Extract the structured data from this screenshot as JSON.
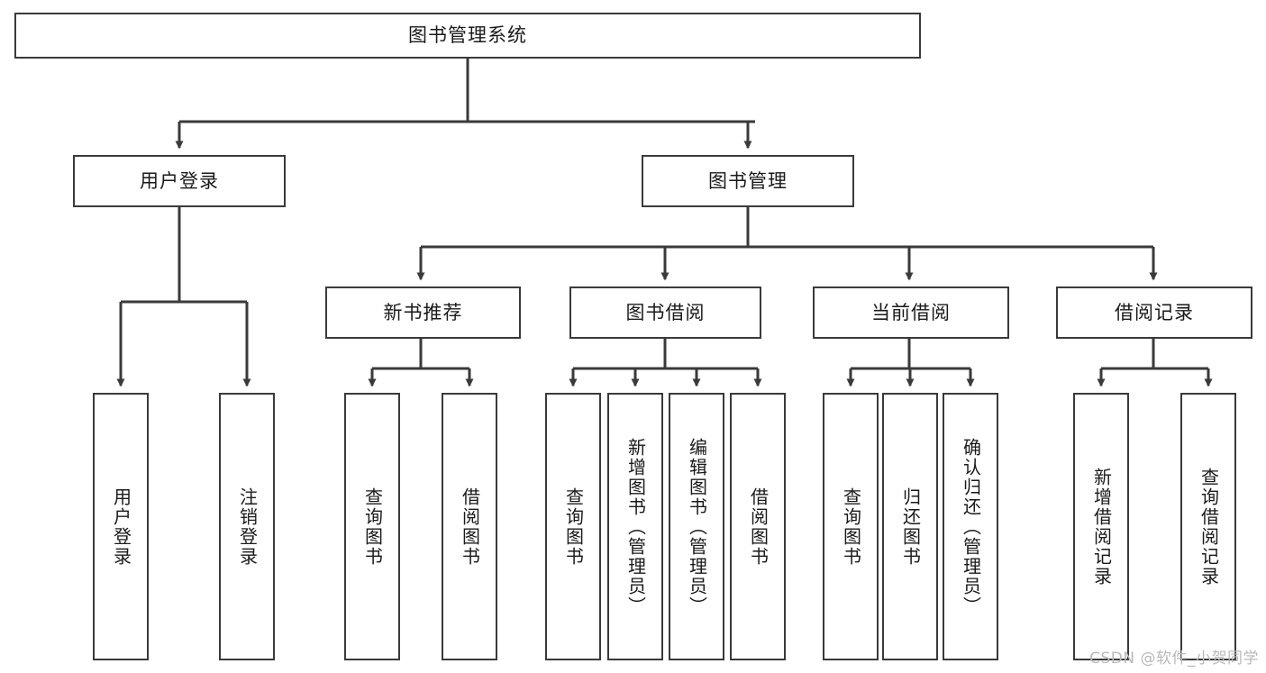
{
  "diagram": {
    "title": "图书管理系统",
    "watermark": "CSDN @软件_小贺同学",
    "colors": {
      "stroke": "#3a3a3a",
      "background": "#ffffff",
      "text": "#1a1a1a",
      "watermark": "#b9b9b9"
    },
    "levels": {
      "root": {
        "label": "图书管理系统"
      },
      "level2": [
        {
          "label": "用户登录"
        },
        {
          "label": "图书管理"
        }
      ],
      "level3": [
        {
          "label": "新书推荐"
        },
        {
          "label": "图书借阅"
        },
        {
          "label": "当前借阅"
        },
        {
          "label": "借阅记录"
        }
      ],
      "leaves": {
        "user_login": [
          {
            "label": "用户登录"
          },
          {
            "label": "注销登录"
          }
        ],
        "new_book": [
          {
            "label": "查询图书"
          },
          {
            "label": "借阅图书"
          }
        ],
        "book_borrow": [
          {
            "label": "查询图书"
          },
          {
            "label": "新增图书（管理员）"
          },
          {
            "label": "编辑图书（管理员）"
          },
          {
            "label": "借阅图书"
          }
        ],
        "current_borrow": [
          {
            "label": "查询图书"
          },
          {
            "label": "归还图书"
          },
          {
            "label": "确认归还（管理员）"
          }
        ],
        "borrow_record": [
          {
            "label": "新增借阅记录"
          },
          {
            "label": "查询借阅记录"
          }
        ]
      }
    }
  }
}
